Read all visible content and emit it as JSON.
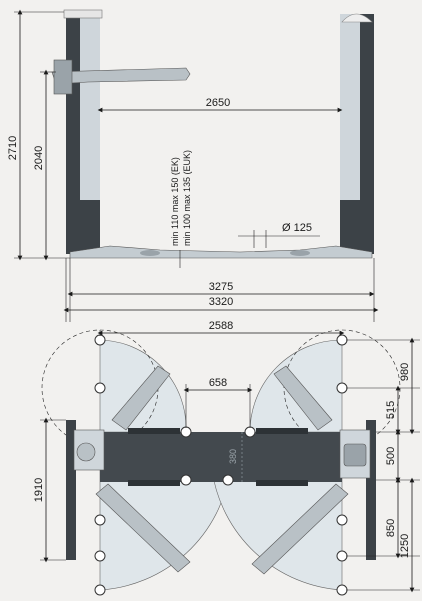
{
  "side_view": {
    "dim_total_height": "2710",
    "dim_arm_height": "2040",
    "dim_clear_width": "2650",
    "dim_min_max_ek": "min 110 max 150 (EK)",
    "dim_min_max_euk": "min 100 max 135 (EUK)",
    "dim_diameter": "Ø 125",
    "dim_inner_base": "3275",
    "dim_outer_base": "3320"
  },
  "top_view": {
    "dim_column_span": "2588",
    "dim_arm_gap": "658",
    "dim_beam_mark": "380",
    "dim_height_1910": "1910",
    "dim_right_980": "980",
    "dim_right_515": "515",
    "dim_right_500": "500",
    "dim_right_850": "850",
    "dim_right_1250": "1250"
  },
  "colors": {
    "column_dark": "#3c4247",
    "column_light": "#cfd6db",
    "swing_area": "#dfe6ea",
    "background": "#f2f1ef"
  }
}
